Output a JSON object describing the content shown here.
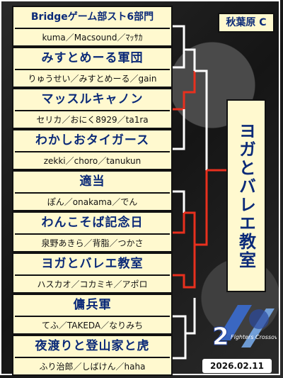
{
  "venue": "秋葉原 C",
  "winner": "ヨガとバレエ教室",
  "date": "2026.02.11",
  "logo": {
    "text": "Fighters Crossover",
    "mark": "2"
  },
  "colors": {
    "team_bg": "#fff9cf",
    "team_text": "#0b2a78",
    "win_line": "#e8301e",
    "line": "#ffffff"
  },
  "teams": [
    {
      "name": "Bridgeゲーム部スト6部門",
      "members": "kuma／Macsound／ﾏｯｻｶ"
    },
    {
      "name": "みすとめーる軍団",
      "members": "りゅうせい／みすとめーる／gain"
    },
    {
      "name": "マッスルキャノン",
      "members": "セリカ／おにく8929／ta1ra"
    },
    {
      "name": "わかしおタイガース",
      "members": "zekki／choro／tanukun"
    },
    {
      "name": "適当",
      "members": "ぽん／onakama／でん"
    },
    {
      "name": "わんこそば記念日",
      "members": "泉野あきら／背脂／つかさ"
    },
    {
      "name": "ヨガとバレエ教室",
      "members": "ハスカオ／コカミキ／アポロ"
    },
    {
      "name": "傭兵軍",
      "members": "てふ／TAKEDA／なりみち"
    },
    {
      "name": "夜渡りと登山家と虎",
      "members": "ふり治郎／しばけん／haha"
    }
  ]
}
